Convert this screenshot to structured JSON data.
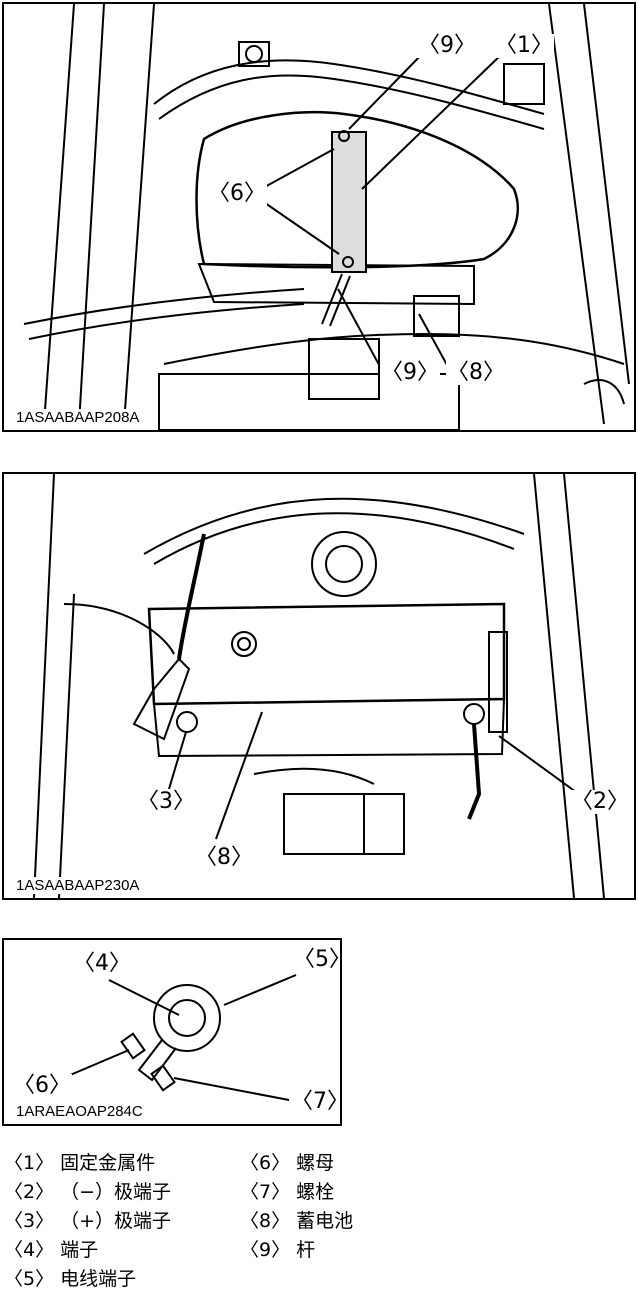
{
  "figures": [
    {
      "code": "1ASAABAAP208A",
      "callouts": [
        {
          "label": "〈9〉"
        },
        {
          "label": "〈1〉"
        },
        {
          "label": "〈6〉"
        },
        {
          "label": "〈9〉"
        },
        {
          "label": "〈8〉"
        }
      ]
    },
    {
      "code": "1ASAABAAP230A",
      "callouts": [
        {
          "label": "〈3〉"
        },
        {
          "label": "〈8〉"
        },
        {
          "label": "〈2〉"
        }
      ]
    },
    {
      "code": "1ARAEAOAP284C",
      "callouts": [
        {
          "label": "〈4〉"
        },
        {
          "label": "〈5〉"
        },
        {
          "label": "〈6〉"
        },
        {
          "label": "〈7〉"
        }
      ]
    }
  ],
  "legend": {
    "items": [
      {
        "num": "〈1〉",
        "text": "固定金属件"
      },
      {
        "num": "〈2〉",
        "text": "（−）极端子"
      },
      {
        "num": "〈3〉",
        "text": "（+）极端子"
      },
      {
        "num": "〈4〉",
        "text": "端子"
      },
      {
        "num": "〈5〉",
        "text": "电线端子"
      },
      {
        "num": "〈6〉",
        "text": "螺母"
      },
      {
        "num": "〈7〉",
        "text": "螺栓"
      },
      {
        "num": "〈8〉",
        "text": "蓄电池"
      },
      {
        "num": "〈9〉",
        "text": "杆"
      }
    ]
  }
}
